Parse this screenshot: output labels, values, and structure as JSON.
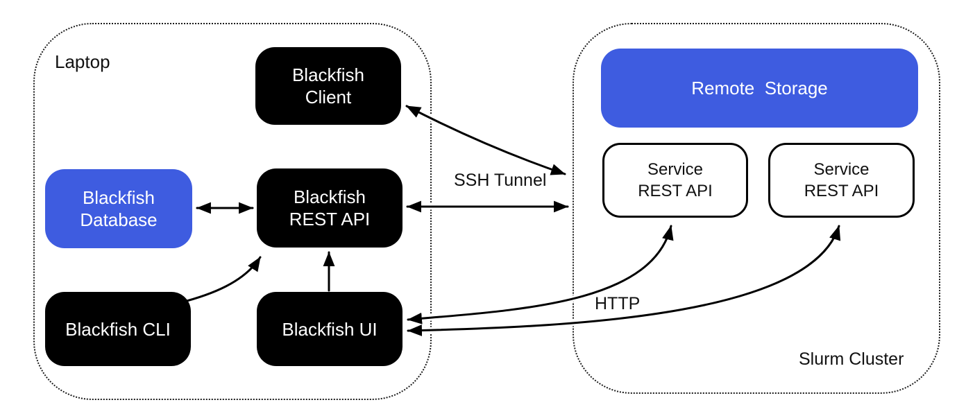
{
  "containers": {
    "laptop": {
      "label": "Laptop"
    },
    "slurm_cluster": {
      "label": "Slurm Cluster"
    }
  },
  "nodes": {
    "blackfish_client": {
      "line1": "Blackfish",
      "line2": "Client"
    },
    "blackfish_database": {
      "line1": "Blackfish",
      "line2": "Database"
    },
    "blackfish_rest_api": {
      "line1": "Blackfish",
      "line2": "REST API"
    },
    "blackfish_cli": {
      "line1": "Blackfish CLI"
    },
    "blackfish_ui": {
      "line1": "Blackfish UI"
    },
    "remote_storage": {
      "line1": "Remote  Storage"
    },
    "service_rest_api_1": {
      "line1": "Service",
      "line2": "REST API"
    },
    "service_rest_api_2": {
      "line1": "Service",
      "line2": "REST API"
    }
  },
  "edge_labels": {
    "ssh_tunnel": "SSH Tunnel",
    "http": "HTTP"
  },
  "colors": {
    "node_black": "#000000",
    "node_blue": "#3E5CE0",
    "node_text_light": "#ffffff",
    "node_text_dark": "#111111",
    "border_dotted": "#1a1a1a",
    "arrow": "#000000",
    "canvas_bg": "#ffffff"
  }
}
